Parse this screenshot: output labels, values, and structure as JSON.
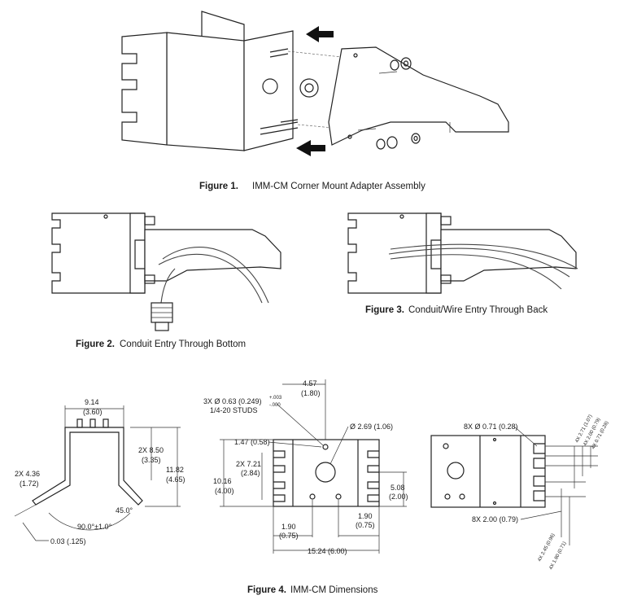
{
  "figure1": {
    "label": "Figure 1.",
    "caption": "IMM-CM Corner Mount Adapter Assembly"
  },
  "figure2": {
    "label": "Figure 2.",
    "caption": "Conduit Entry Through Bottom"
  },
  "figure3": {
    "label": "Figure 3.",
    "caption": "Conduit/Wire Entry Through Back"
  },
  "figure4": {
    "label": "Figure 4.",
    "caption": "IMM-CM Dimensions",
    "left_view": {
      "top_width": "9.14",
      "top_width_in": "(3.60)",
      "side_height": "2X 8.50",
      "side_height_in": "(3.35)",
      "total_height": "11.82",
      "total_height_in": "(4.65)",
      "flange": "2X  4.36",
      "flange_in": "(1.72)",
      "angle_45": "45.0°",
      "angle_90": "90.0°±1.0°",
      "thickness": "0.03 (.125)"
    },
    "center_view": {
      "top_offset": "4.57",
      "top_offset_in": "(1.80)",
      "studs": "3X Ø 0.63 (0.249)",
      "tol_plus": "+.003",
      "tol_minus": "-.000",
      "studs_spec": "1/4-20 STUDS",
      "hole": "Ø 2.69 (1.06)",
      "upper_offset": "1.47 (0.58)",
      "slot_span": "2X 7.21",
      "slot_span_in": "(2.84)",
      "height": "10.16",
      "height_in": "(4.00)",
      "mid_height": "5.08",
      "mid_height_in": "(2.00)",
      "left_margin": "1.90",
      "left_margin_in": "(0.75)",
      "right_margin": "1.90",
      "right_margin_in": "(0.75)",
      "width": "15.24 (6.00)"
    },
    "right_view": {
      "slots": "8X Ø 0.71 (0.28)",
      "slot_pitch": "8X 2.00 (0.79)",
      "d1": "4X 2.71 (1.07)",
      "d2": "4X 2.00 (0.79)",
      "d3": "4X 0.71 (0.28)",
      "d4": "4X 2.45 (0.96)",
      "d5": "4X 1.80 (0.71)"
    }
  }
}
